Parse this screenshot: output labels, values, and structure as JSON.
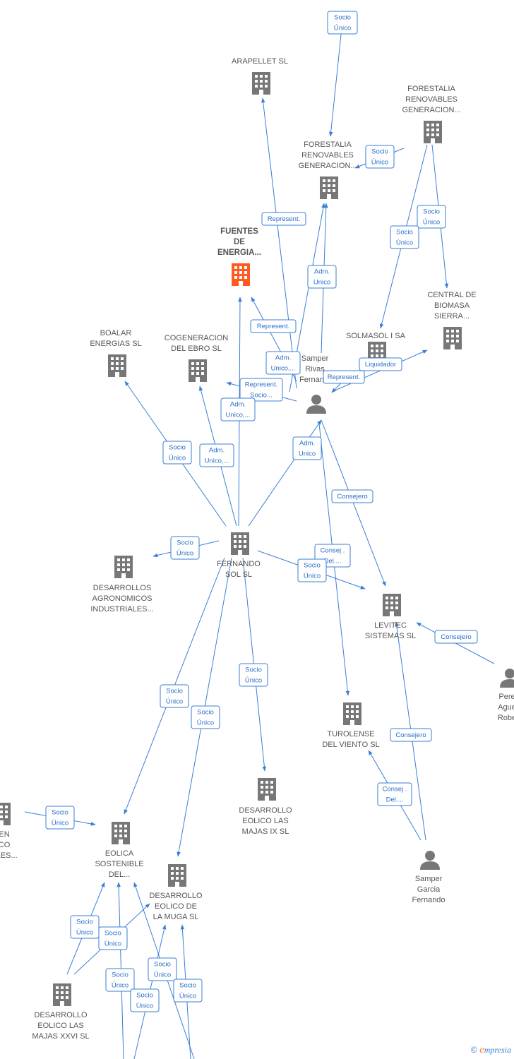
{
  "colors": {
    "edge": "#3a7fd5",
    "company": "#777777",
    "highlight": "#ff5a1f",
    "person": "#777777",
    "text": "#555555"
  },
  "nodes": [
    {
      "id": "arapellet",
      "type": "company",
      "lines": [
        "ARAPELLET  SL"
      ]
    },
    {
      "id": "forestalia1",
      "type": "company",
      "lines": [
        "FORESTALIA",
        "RENOVABLES",
        "GENERACION..."
      ]
    },
    {
      "id": "forestalia2",
      "type": "company",
      "lines": [
        "FORESTALIA",
        "RENOVABLES",
        "GENERACION..."
      ]
    },
    {
      "id": "fuentes",
      "type": "company-highlight",
      "lines": [
        "FUENTES",
        "DE",
        "ENERGIA..."
      ]
    },
    {
      "id": "central",
      "type": "company",
      "lines": [
        "CENTRAL DE",
        "BIOMASA",
        "SIERRA..."
      ]
    },
    {
      "id": "solmasol",
      "type": "company",
      "lines": [
        "SOLMASOL I SA"
      ]
    },
    {
      "id": "boalar",
      "type": "company",
      "lines": [
        "BOALAR",
        "ENERGIAS  SL"
      ]
    },
    {
      "id": "cogeneracion",
      "type": "company",
      "lines": [
        "COGENERACION",
        "DEL EBRO  SL"
      ]
    },
    {
      "id": "samper_rivas",
      "type": "person",
      "lines": [
        "Samper",
        "Rivas",
        "Fernan..."
      ]
    },
    {
      "id": "fernando_sol",
      "type": "company",
      "lines": [
        "FERNANDO",
        "SOL SL"
      ]
    },
    {
      "id": "desarrollos_agro",
      "type": "company",
      "lines": [
        "DESARROLLOS",
        "AGRONOMICOS",
        "INDUSTRIALES..."
      ]
    },
    {
      "id": "levitec",
      "type": "company",
      "lines": [
        "LEVITEC",
        "SISTEMAS  SL"
      ]
    },
    {
      "id": "perez",
      "type": "person",
      "lines": [
        "Pere",
        "Ague",
        "Robe"
      ]
    },
    {
      "id": "turolense",
      "type": "company",
      "lines": [
        "TUROLENSE",
        "DEL VIENTO SL"
      ]
    },
    {
      "id": "majas_ix",
      "type": "company",
      "lines": [
        "DESARROLLO",
        "EOLICO LAS",
        "MAJAS IX  SL"
      ]
    },
    {
      "id": "left_co",
      "type": "company",
      "lines": [
        "EN",
        "CO",
        "BLES..."
      ]
    },
    {
      "id": "eolica",
      "type": "company",
      "lines": [
        "EOLICA",
        "SOSTENIBLE",
        "DEL..."
      ]
    },
    {
      "id": "muga",
      "type": "company",
      "lines": [
        "DESARROLLO",
        "EOLICO DE",
        "LA MUGA SL"
      ]
    },
    {
      "id": "samper_garcia",
      "type": "person",
      "lines": [
        "Samper",
        "Garcia",
        "Fernando"
      ]
    },
    {
      "id": "majas_xxvi",
      "type": "company",
      "lines": [
        "DESARROLLO",
        "EOLICO LAS",
        "MAJAS XXVI  SL"
      ]
    }
  ],
  "edge_labels": [
    {
      "id": "e1",
      "lines": [
        "Socio",
        "Único"
      ]
    },
    {
      "id": "e2",
      "lines": [
        "Socio",
        "Único"
      ]
    },
    {
      "id": "e3",
      "lines": [
        "Represent."
      ]
    },
    {
      "id": "e4",
      "lines": [
        "Socio",
        "Único"
      ]
    },
    {
      "id": "e5",
      "lines": [
        "Socio",
        "Único"
      ]
    },
    {
      "id": "e6",
      "lines": [
        "Adm.",
        "Unico"
      ]
    },
    {
      "id": "e7",
      "lines": [
        "Represent."
      ]
    },
    {
      "id": "e8",
      "lines": [
        "Adm.",
        "Unico,..."
      ]
    },
    {
      "id": "e9",
      "lines": [
        "Liquidador"
      ]
    },
    {
      "id": "e10",
      "lines": [
        "Represent."
      ]
    },
    {
      "id": "e11",
      "lines": [
        "Represent.",
        "Socio..."
      ]
    },
    {
      "id": "e12",
      "lines": [
        "Adm.",
        "Unico,..."
      ]
    },
    {
      "id": "e13",
      "lines": [
        "Socio",
        "Único"
      ]
    },
    {
      "id": "e14",
      "lines": [
        "Adm.",
        "Unico,..."
      ]
    },
    {
      "id": "e15",
      "lines": [
        "Adm.",
        "Unico"
      ]
    },
    {
      "id": "e16",
      "lines": [
        "Consejero"
      ]
    },
    {
      "id": "e17",
      "lines": [
        "Socio",
        "Único"
      ]
    },
    {
      "id": "e18",
      "lines": [
        "Consej .",
        "Del...."
      ]
    },
    {
      "id": "e19",
      "lines": [
        "Socio",
        "Único"
      ]
    },
    {
      "id": "e20",
      "lines": [
        "Consejero"
      ]
    },
    {
      "id": "e21",
      "lines": [
        "Socio",
        "Único"
      ]
    },
    {
      "id": "e22",
      "lines": [
        "Socio",
        "Único"
      ]
    },
    {
      "id": "e23",
      "lines": [
        "Socio",
        "Único"
      ]
    },
    {
      "id": "e24",
      "lines": [
        "Consejero"
      ]
    },
    {
      "id": "e25",
      "lines": [
        "Consej .",
        "Del...."
      ]
    },
    {
      "id": "e26",
      "lines": [
        "Socio",
        "Único"
      ]
    },
    {
      "id": "e27",
      "lines": [
        "Socio",
        "Único"
      ]
    },
    {
      "id": "e28",
      "lines": [
        "Socio",
        "Único"
      ]
    },
    {
      "id": "e29",
      "lines": [
        "Socio",
        "Único"
      ]
    },
    {
      "id": "e30",
      "lines": [
        "Socio",
        "Único"
      ]
    },
    {
      "id": "e31",
      "lines": [
        "Socio",
        "Único"
      ]
    },
    {
      "id": "e32",
      "lines": [
        "Socio",
        "Único"
      ]
    }
  ],
  "footer": {
    "copyright": "©",
    "brand_first": "e",
    "brand_rest": "mpresia"
  }
}
